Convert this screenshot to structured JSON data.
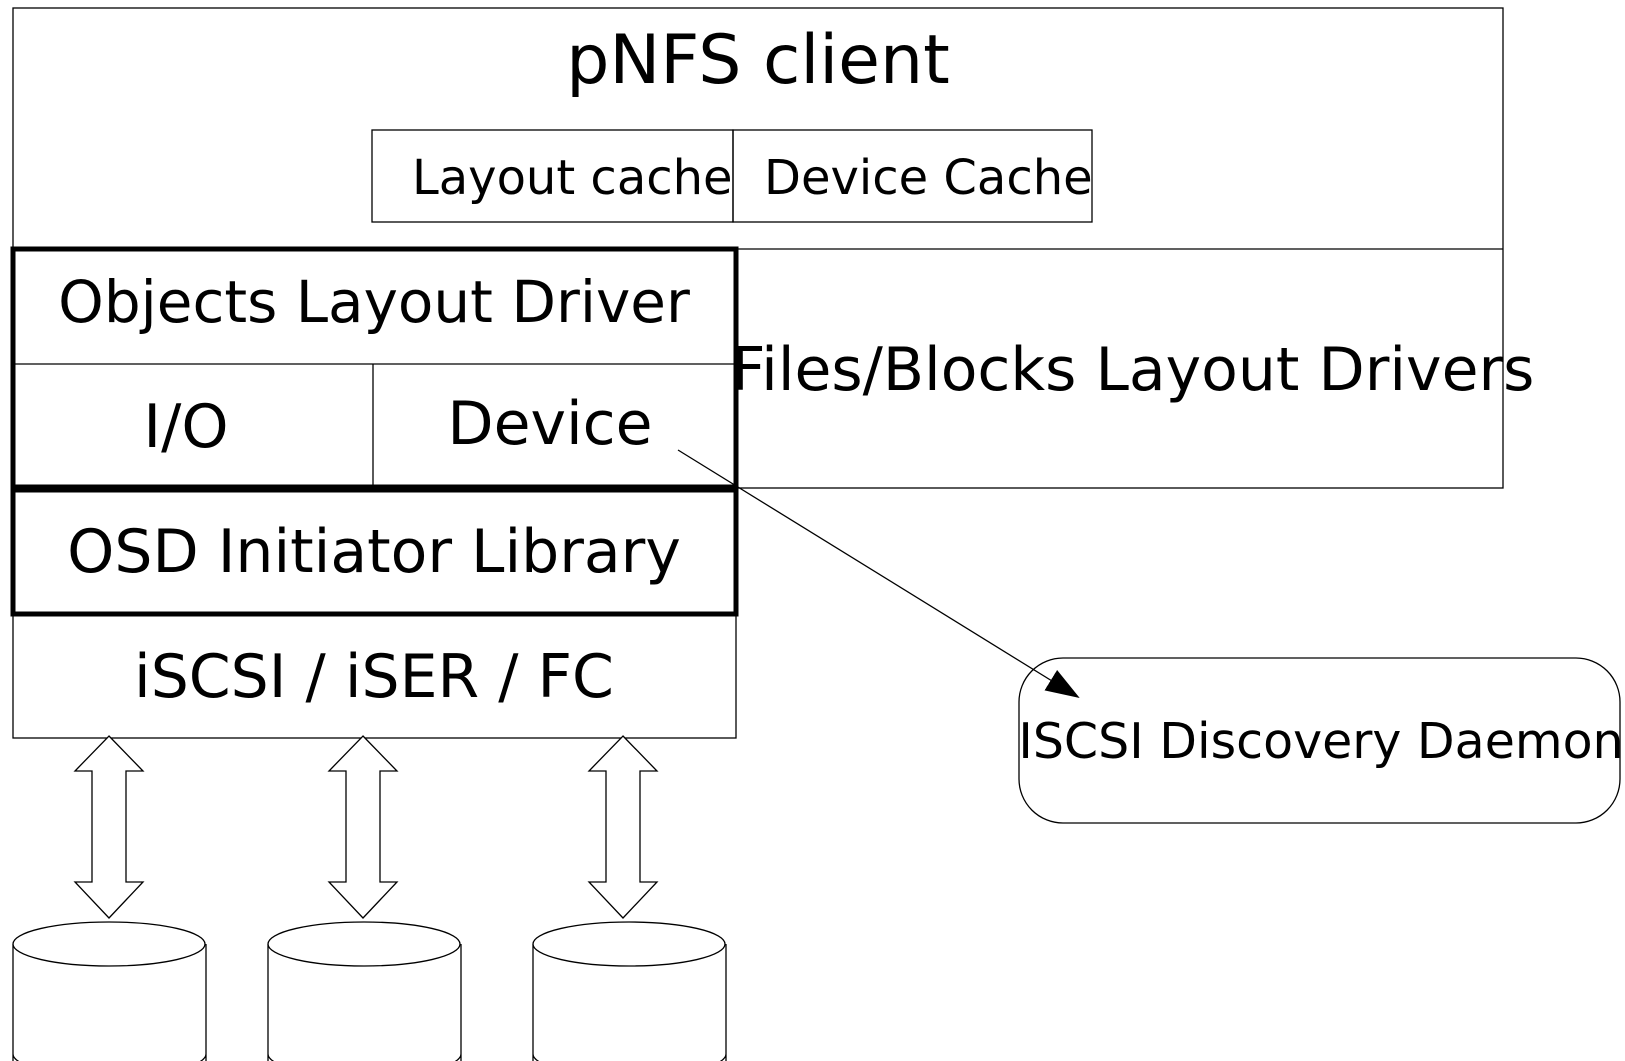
{
  "diagram": {
    "title": "pNFS client",
    "layout_cache": "Layout cache",
    "device_cache": "Device Cache",
    "objects_layout_driver": "Objects Layout Driver",
    "io": "I/O",
    "device": "Device",
    "files_blocks_drivers": "Files/Blocks Layout Drivers",
    "osd_initiator_library": "OSD Initiator Library",
    "transport": "iSCSI / iSER / FC",
    "discovery_daemon": "ISCSI Discovery Daemon"
  },
  "colors": {
    "stroke": "#000000",
    "background": "#ffffff"
  }
}
